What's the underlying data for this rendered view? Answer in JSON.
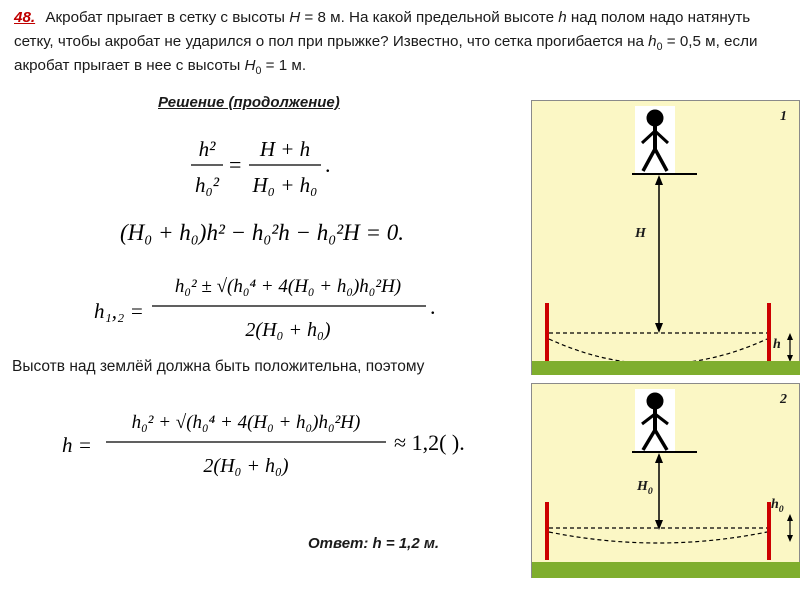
{
  "problem": {
    "number": "48.",
    "t1": " Акробат прыгает в сетку с высоты ",
    "H": "H",
    "t2": " = 8 м. На какой предельной высоте ",
    "h": "h",
    "t3": " над полом надо натянуть сетку, чтобы акробат не ударился о пол при прыжке? Известно, что сетка прогибается на ",
    "h0": "h",
    "h0sub": "0",
    "t4": " = 0,5 м, если акробат прыгает в нее с высоты ",
    "H0": "H",
    "H0sub": "0",
    "t5": " = 1 м."
  },
  "solution": {
    "heading": "Решение (продолжение)",
    "statement": "Высотв над землёй должна быть положительна, поэтому",
    "answer_prefix": "Ответ: ",
    "answer_var": "h",
    "answer_value": " = 1,2 м."
  },
  "formulas": {
    "f1": {
      "lhs_num": "h²",
      "lhs_den": "h₀²",
      "rhs_num": "H + h",
      "rhs_den": "H₀ + h₀",
      "tail": "."
    },
    "f2": {
      "text": "(H₀ + h₀)h² − h₀²h − h₀²H = 0."
    },
    "f3": {
      "lhs": "h₁,₂ =",
      "num": "h₀² ± √(h₀⁴ + 4(H₀ + h₀)h₀²H)",
      "den": "2(H₀ + h₀)",
      "tail": "."
    },
    "f4": {
      "lhs": "h =",
      "num": "h₀² + √(h₀⁴ + 4(H₀ + h₀)h₀²H)",
      "den": "2(H₀ + h₀)",
      "tail": "≈ 1,2(   )."
    }
  },
  "figure": {
    "panel1": {
      "number": "1",
      "label_H": "H",
      "label_h": "h"
    },
    "panel2": {
      "number": "2",
      "label_H0": "H",
      "label_H0sub": "0",
      "label_h0": "h",
      "label_h0sub": "0"
    },
    "colors": {
      "background": "#fbf7c5",
      "posts": "#cc0000",
      "ground": "#7fae2e",
      "figure": "#000000"
    }
  }
}
